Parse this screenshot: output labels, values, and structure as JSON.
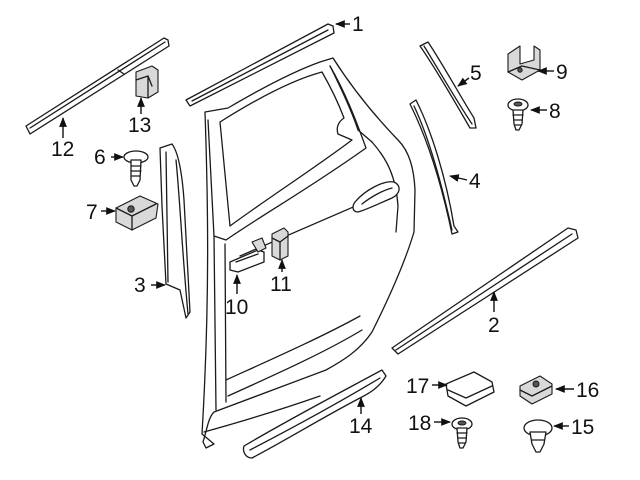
{
  "figure": {
    "background": "#ffffff",
    "line_color": "#1a1a1a",
    "callouts": {
      "c1": "1",
      "c2": "2",
      "c3": "3",
      "c4": "4",
      "c5": "5",
      "c6": "6",
      "c7": "7",
      "c8": "8",
      "c9": "9",
      "c10": "10",
      "c11": "11",
      "c12": "12",
      "c13": "13",
      "c14": "14",
      "c15": "15",
      "c16": "16",
      "c17": "17",
      "c18": "18"
    }
  }
}
